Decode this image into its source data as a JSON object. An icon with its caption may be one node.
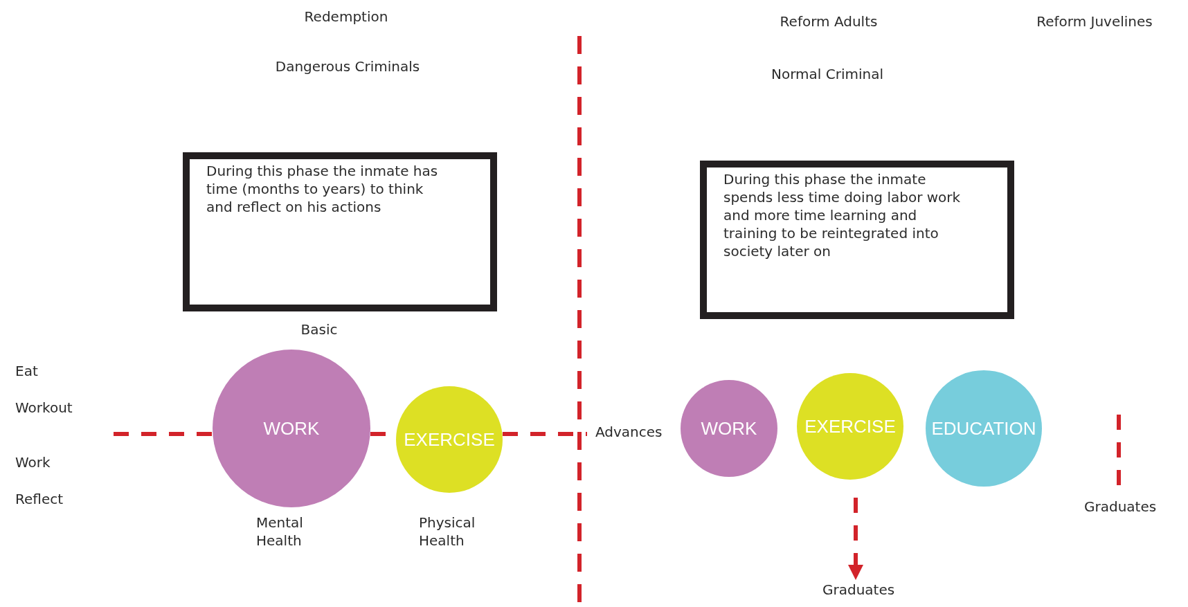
{
  "diagram": {
    "nodes": [
      {
        "text": [
          "During this phase the inmate has time (months to years) to think and reflect on his actions"
        ]
      },
      {
        "text": [
          "During this phase the inmate spends less time doing labor work and more time learning and training to be reintegrated into society later on"
        ]
      },
      {
        "text": [
          "WORK"
        ],
        "beside": [
          "Mental Health"
        ]
      },
      {
        "text": [
          "EXERCISE"
        ],
        "beside": [
          "Physical Health"
        ]
      },
      {
        "text": [
          "Advances"
        ]
      },
      {
        "text": [
          "WORK"
        ]
      },
      {
        "text": [
          "EXERCISE"
        ]
      },
      {
        "text": [
          "EDUCATION"
        ]
      },
      {
        "text": [
          "Graduates"
        ]
      },
      {
        "text": [
          "Graduates"
        ]
      }
    ],
    "edges": [
      {
        "from": null,
        "to": 2,
        "arrow": "none",
        "style": "dashed"
      },
      {
        "from": 2,
        "to": 3,
        "arrow": "none",
        "style": "dashed"
      },
      {
        "from": 3,
        "to": 4,
        "arrow": "none",
        "style": "dashed"
      },
      {
        "from": 6,
        "to": 8,
        "arrow": "to",
        "style": "dashed"
      },
      {
        "from": null,
        "to": 9,
        "arrow": "none",
        "style": "dashed"
      }
    ],
    "labels": [
      "Redemption",
      "Reform Adults",
      "Reform Juvelines",
      "Dangerous Criminals",
      "Normal Criminal",
      "Basic",
      "Eat",
      "Workout",
      "Work",
      "Reflect"
    ]
  }
}
